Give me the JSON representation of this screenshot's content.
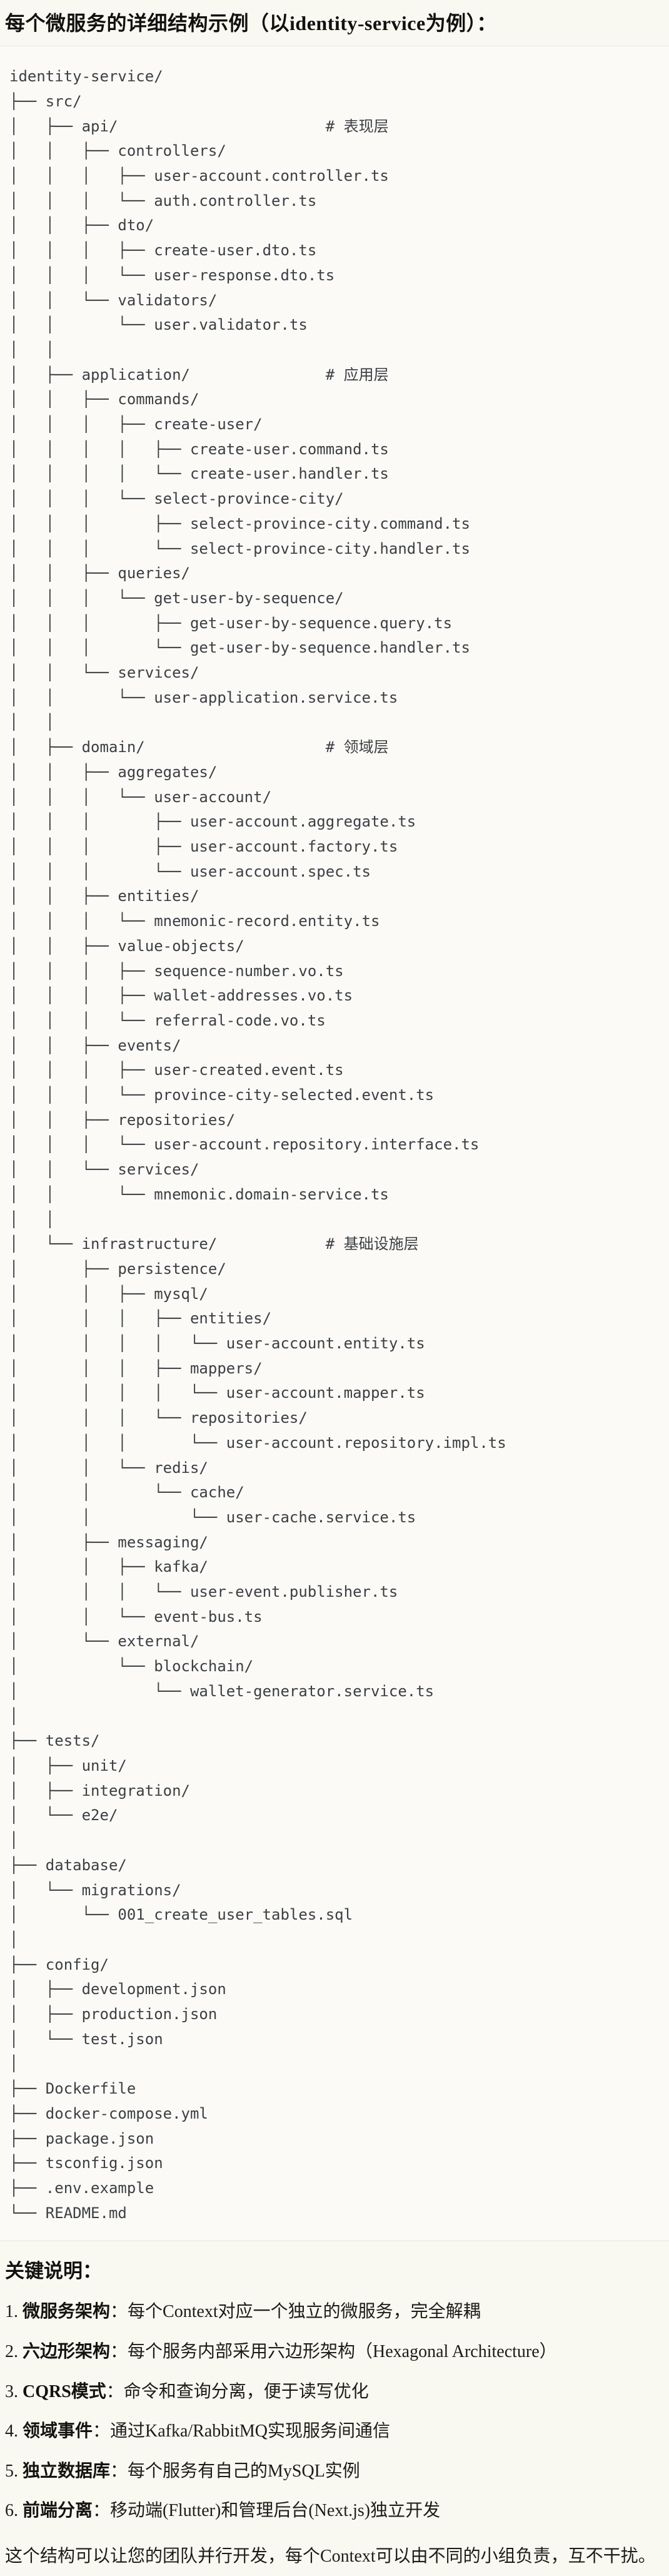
{
  "title": "每个微服务的详细结构示例（以identity-service为例）：",
  "tree_lines": [
    "identity-service/",
    "├── src/",
    "│   ├── api/                       # 表现层",
    "│   │   ├── controllers/",
    "│   │   │   ├── user-account.controller.ts",
    "│   │   │   └── auth.controller.ts",
    "│   │   ├── dto/",
    "│   │   │   ├── create-user.dto.ts",
    "│   │   │   └── user-response.dto.ts",
    "│   │   └── validators/",
    "│   │       └── user.validator.ts",
    "│   │",
    "│   ├── application/               # 应用层",
    "│   │   ├── commands/",
    "│   │   │   ├── create-user/",
    "│   │   │   │   ├── create-user.command.ts",
    "│   │   │   │   └── create-user.handler.ts",
    "│   │   │   └── select-province-city/",
    "│   │   │       ├── select-province-city.command.ts",
    "│   │   │       └── select-province-city.handler.ts",
    "│   │   ├── queries/",
    "│   │   │   └── get-user-by-sequence/",
    "│   │   │       ├── get-user-by-sequence.query.ts",
    "│   │   │       └── get-user-by-sequence.handler.ts",
    "│   │   └── services/",
    "│   │       └── user-application.service.ts",
    "│   │",
    "│   ├── domain/                    # 领域层",
    "│   │   ├── aggregates/",
    "│   │   │   └── user-account/",
    "│   │   │       ├── user-account.aggregate.ts",
    "│   │   │       ├── user-account.factory.ts",
    "│   │   │       └── user-account.spec.ts",
    "│   │   ├── entities/",
    "│   │   │   └── mnemonic-record.entity.ts",
    "│   │   ├── value-objects/",
    "│   │   │   ├── sequence-number.vo.ts",
    "│   │   │   ├── wallet-addresses.vo.ts",
    "│   │   │   └── referral-code.vo.ts",
    "│   │   ├── events/",
    "│   │   │   ├── user-created.event.ts",
    "│   │   │   └── province-city-selected.event.ts",
    "│   │   ├── repositories/",
    "│   │   │   └── user-account.repository.interface.ts",
    "│   │   └── services/",
    "│   │       └── mnemonic.domain-service.ts",
    "│   │",
    "│   └── infrastructure/            # 基础设施层",
    "│       ├── persistence/",
    "│       │   ├── mysql/",
    "│       │   │   ├── entities/",
    "│       │   │   │   └── user-account.entity.ts",
    "│       │   │   ├── mappers/",
    "│       │   │   │   └── user-account.mapper.ts",
    "│       │   │   └── repositories/",
    "│       │   │       └── user-account.repository.impl.ts",
    "│       │   └── redis/",
    "│       │       └── cache/",
    "│       │           └── user-cache.service.ts",
    "│       ├── messaging/",
    "│       │   ├── kafka/",
    "│       │   │   └── user-event.publisher.ts",
    "│       │   └── event-bus.ts",
    "│       └── external/",
    "│           └── blockchain/",
    "│               └── wallet-generator.service.ts",
    "│",
    "├── tests/",
    "│   ├── unit/",
    "│   ├── integration/",
    "│   └── e2e/",
    "│",
    "├── database/",
    "│   └── migrations/",
    "│       └── 001_create_user_tables.sql",
    "│",
    "├── config/",
    "│   ├── development.json",
    "│   ├── production.json",
    "│   └── test.json",
    "│",
    "├── Dockerfile",
    "├── docker-compose.yml",
    "├── package.json",
    "├── tsconfig.json",
    "├── .env.example",
    "└── README.md"
  ],
  "notes": {
    "heading": "关键说明：",
    "items": [
      {
        "num": "1. ",
        "label": "微服务架构",
        "text": "：每个Context对应一个独立的微服务，完全解耦"
      },
      {
        "num": "2. ",
        "label": "六边形架构",
        "text": "：每个服务内部采用六边形架构（Hexagonal Architecture）"
      },
      {
        "num": "3. ",
        "label": "CQRS模式",
        "text": "：命令和查询分离，便于读写优化"
      },
      {
        "num": "4. ",
        "label": "领域事件",
        "text": "：通过Kafka/RabbitMQ实现服务间通信"
      },
      {
        "num": "5. ",
        "label": "独立数据库",
        "text": "：每个服务有自己的MySQL实例"
      },
      {
        "num": "6. ",
        "label": "前端分离",
        "text": "：移动端(Flutter)和管理后台(Next.js)独立开发"
      }
    ],
    "summary": "这个结构可以让您的团队并行开发，每个Context可以由不同的小组负责，互不干扰。"
  }
}
